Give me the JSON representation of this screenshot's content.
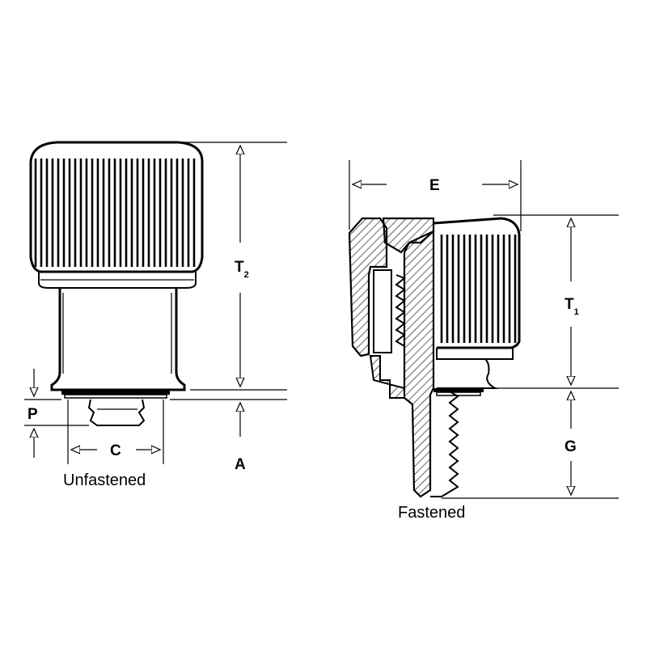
{
  "views": {
    "unfastened": {
      "caption": "Unfastened"
    },
    "fastened": {
      "caption": "Fastened"
    }
  },
  "dimensions": {
    "t2": {
      "letter": "T",
      "subscript": "2"
    },
    "p": {
      "letter": "P"
    },
    "a": {
      "letter": "A"
    },
    "c": {
      "letter": "C"
    },
    "e": {
      "letter": "E"
    },
    "t1": {
      "letter": "T",
      "subscript": "1"
    },
    "g": {
      "letter": "G"
    }
  },
  "colors": {
    "ink": "#000000",
    "background": "#ffffff"
  }
}
